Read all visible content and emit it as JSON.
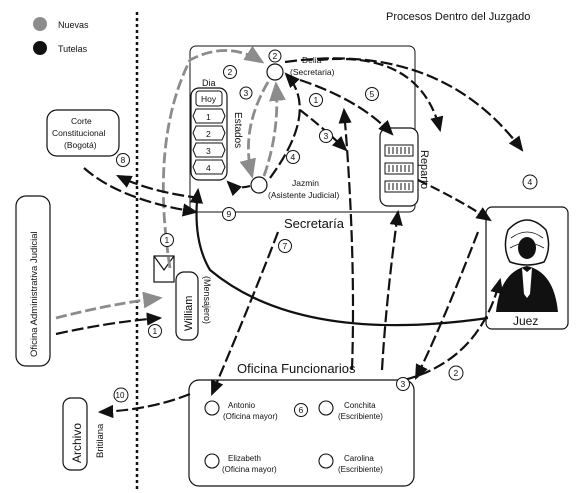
{
  "legend": {
    "items": [
      {
        "label": "Nuevas",
        "color": "#8c8c8c"
      },
      {
        "label": "Tutelas",
        "color": "#111111"
      }
    ]
  },
  "title": "Procesos Dentro del Juzgado",
  "secretaria": {
    "label": "Secretaría",
    "delia": {
      "name": "Delia",
      "role": "(Secretaria)"
    },
    "jazmin": {
      "name": "Jazmin",
      "role": "(Asistente Judicial)"
    },
    "dia_label": "Dia",
    "estados_label": "Estados",
    "dia_rows": [
      "Hoy",
      "1",
      "2",
      "3",
      "4"
    ],
    "reparto_label": "Reparto"
  },
  "juez": {
    "label": "Juez"
  },
  "corte": {
    "lines": [
      "Corte",
      "Constitucional",
      "(Bogotá)"
    ]
  },
  "oficina_admin": {
    "label": "Oficina Administrativa Judicial"
  },
  "william": {
    "name": "William",
    "role": "(Mensajero)"
  },
  "archivo": {
    "name": "Archivo",
    "sub": "Britilana"
  },
  "oficina_func": {
    "label": "Oficina Funcionarios",
    "people": [
      {
        "name": "Antonio",
        "role": "(Oficina mayor)"
      },
      {
        "name": "Conchita",
        "role": "(Escribiente)"
      },
      {
        "name": "Elizabeth",
        "role": "(Oficina mayor)"
      },
      {
        "name": "Carolina",
        "role": "(Escribiente)"
      }
    ]
  },
  "steps": [
    "1",
    "1",
    "1",
    "2",
    "2",
    "3",
    "3",
    "3",
    "4",
    "4",
    "5",
    "6",
    "7",
    "8",
    "9",
    "10"
  ]
}
